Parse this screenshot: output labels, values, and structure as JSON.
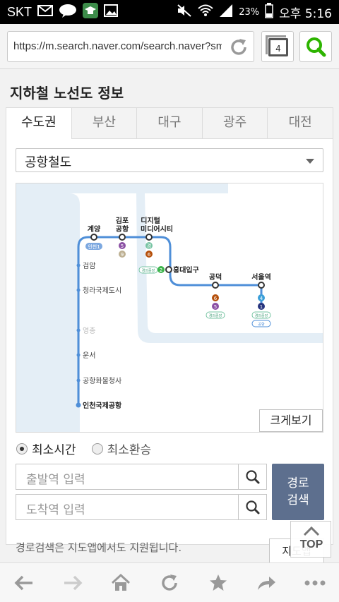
{
  "status": {
    "carrier": "SKT",
    "battery": "23%",
    "clock": "오후 5:16"
  },
  "browser": {
    "url": "https://m.search.naver.com/search.naver?sm=…",
    "tab_count": "4"
  },
  "page": {
    "title": "지하철 노선도 정보",
    "tabs": [
      {
        "label": "수도권"
      },
      {
        "label": "부산"
      },
      {
        "label": "대구"
      },
      {
        "label": "광주"
      },
      {
        "label": "대전"
      }
    ],
    "selected_line": "공항철도",
    "map": {
      "stations": {
        "gyeyang": "계양",
        "gimpo": "김포 공항",
        "dmc": "디지털 미디어시티",
        "hongdae": "홍대입구",
        "gongdeok": "공덕",
        "seoul": "서울역",
        "geomam": "검암",
        "cheongna": "청라국제도시",
        "yeongjong": "영종",
        "unseo": "운서",
        "cargo": "공항화물청사",
        "incheon_airport": "인천국제공항"
      },
      "badges": {
        "incheon1": "인천1",
        "gimpo_5": "5",
        "gimpo_9": "9",
        "dmc_6": "6",
        "dmc_k": "경",
        "hongdae_2": "2",
        "gyeongui": "경의중앙",
        "gongdeok_6": "6",
        "gongdeok_5": "5",
        "seoul_4": "4",
        "seoul_1": "1",
        "seoul_gj": "경의중앙",
        "seoul_ap": "공항"
      },
      "zoom_label": "크게보기"
    },
    "route": {
      "options": [
        {
          "label": "최소시간"
        },
        {
          "label": "최소환승"
        }
      ],
      "start_placeholder": "출발역 입력",
      "end_placeholder": "도착역 입력",
      "button_line1": "경로",
      "button_line2": "검색"
    },
    "hint": "경로검색은 지도앱에서도 지원됩니다.",
    "map_app_label": "지도앱",
    "top_label": "TOP"
  },
  "colors": {
    "airport_line": "#4f8fd8",
    "accent": "#5d6f8e",
    "naver_green": "#2db400"
  }
}
